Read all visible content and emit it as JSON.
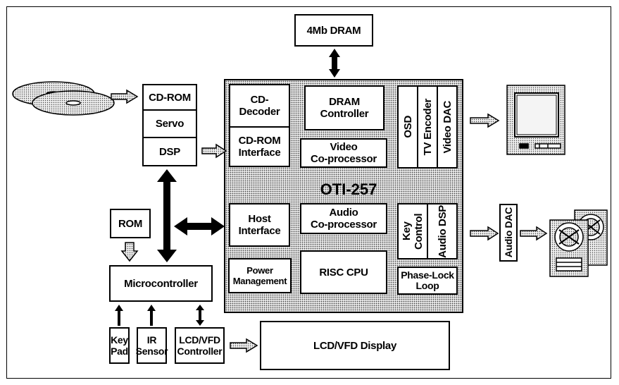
{
  "dram": "4Mb DRAM",
  "chip": {
    "title": "OTI-257",
    "cd_decoder": "CD-\nDecoder",
    "cdrom_interface": "CD-ROM\nInterface",
    "dram_controller": "DRAM\nController",
    "video_coprocessor": "Video\nCo-processor",
    "osd": "OSD",
    "tv_encoder": "TV Encoder",
    "video_dac": "Video DAC",
    "host_interface": "Host\nInterface",
    "audio_coprocessor": "Audio\nCo-processor",
    "key_control": "Key Control",
    "audio_dsp": "Audio DSP",
    "power_management": "Power\nManagement",
    "risc_cpu": "RISC CPU",
    "pll": "Phase-Lock\nLoop"
  },
  "drive": {
    "cdrom": "CD-ROM",
    "servo": "Servo",
    "dsp": "DSP"
  },
  "rom": "ROM",
  "microcontroller": "Microcontroller",
  "keypad": "Key\nPad",
  "ir_sensor": "IR\nSensor",
  "lcd_controller": "LCD/VFD\nController",
  "lcd_display": "LCD/VFD Display",
  "audio_dac": "Audio DAC"
}
